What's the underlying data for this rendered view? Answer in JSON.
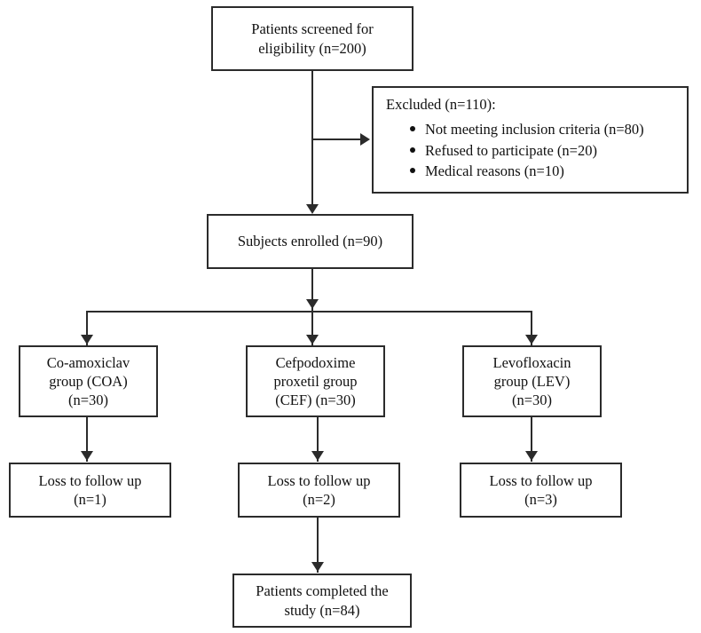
{
  "diagram": {
    "title": "CONSORT-style participant flow diagram",
    "type": "flowchart",
    "colors": {
      "stroke": "#2b2b2b",
      "background": "#ffffff",
      "text": "#111111"
    },
    "nodes": {
      "screened": {
        "id": "screened",
        "lines": [
          "Patients screened for",
          "eligibility (n=200)"
        ],
        "n": 200
      },
      "excluded": {
        "id": "excluded",
        "title": "Excluded (n=110):",
        "n": 110,
        "bullets": [
          "Not meeting inclusion criteria (n=80)",
          "Refused to participate (n=20)",
          "Medical reasons (n=10)"
        ],
        "bullet_counts": [
          80,
          20,
          10
        ]
      },
      "enrolled": {
        "id": "enrolled",
        "lines": [
          "Subjects enrolled (n=90)"
        ],
        "n": 90
      },
      "group_coa": {
        "id": "group-coa",
        "lines": [
          "Co-amoxiclav",
          "group (COA)",
          "(n=30)"
        ],
        "n": 30
      },
      "group_cef": {
        "id": "group-cef",
        "lines": [
          "Cefpodoxime",
          "proxetil group",
          "(CEF) (n=30)"
        ],
        "n": 30
      },
      "group_lev": {
        "id": "group-lev",
        "lines": [
          "Levofloxacin",
          "group (LEV)",
          "(n=30)"
        ],
        "n": 30
      },
      "loss_coa": {
        "id": "loss-coa",
        "lines": [
          "Loss to follow up",
          "(n=1)"
        ],
        "n": 1
      },
      "loss_cef": {
        "id": "loss-cef",
        "lines": [
          "Loss to follow up",
          "(n=2)"
        ],
        "n": 2
      },
      "loss_lev": {
        "id": "loss-lev",
        "lines": [
          "Loss to follow up",
          "(n=3)"
        ],
        "n": 3
      },
      "completed": {
        "id": "completed",
        "lines": [
          "Patients completed the",
          "study (n=84)"
        ],
        "n": 84
      }
    }
  }
}
